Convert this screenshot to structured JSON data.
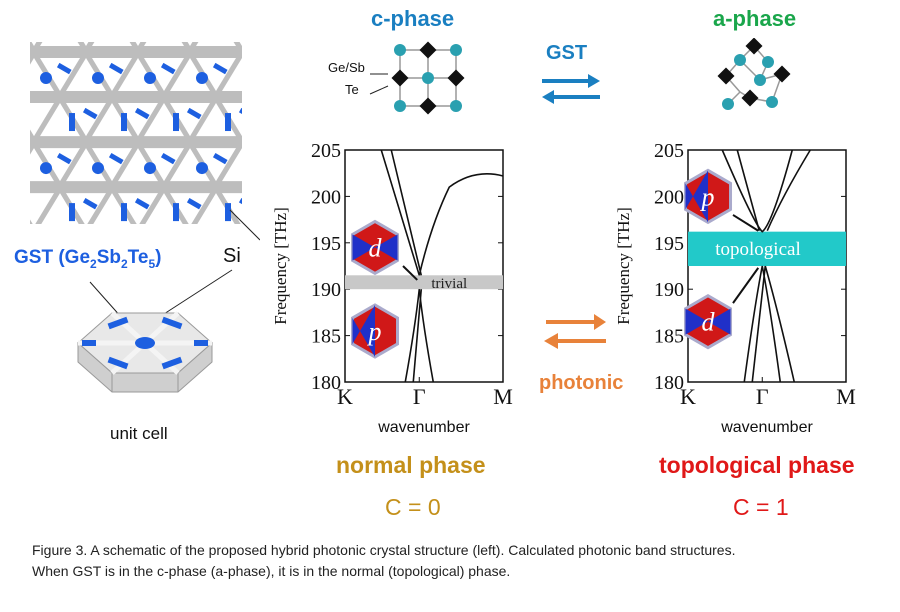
{
  "phases": {
    "c_phase": "c-phase",
    "a_phase": "a-phase",
    "gst_label": "GST",
    "photonic_label": "photonic",
    "ge_sb_label": "Ge/Sb",
    "te_label": "Te"
  },
  "left": {
    "gst_label": "GST (Ge",
    "gst_sub1": "2",
    "gst_mid1": "Sb",
    "gst_sub2": "2",
    "gst_mid2": "Te",
    "gst_sub3": "5",
    "gst_end": ")",
    "si_label": "Si",
    "unit_cell_label": "unit cell"
  },
  "states": {
    "normal": "normal phase",
    "normal_c": "C = 0",
    "topological": "topological phase",
    "topological_c": "C = 1"
  },
  "colors": {
    "c_phase": "#1a7fc1",
    "a_phase": "#1aa64b",
    "gst_blue": "#1d5fe0",
    "photonic_orange": "#e8823a",
    "normal_gold": "#c4901a",
    "topo_red": "#e01818",
    "trivial_band": "#c8c8c8",
    "topo_band": "#22c9c9"
  },
  "chart_data": [
    {
      "type": "line",
      "xlabel": "wavenumber",
      "ylabel": "Frequency [THz]",
      "x_ticks": [
        "K",
        "Γ",
        "M"
      ],
      "y_ticks": [
        180,
        185,
        190,
        195,
        200,
        205
      ],
      "ylim": [
        180,
        205
      ],
      "gap": {
        "label": "trivial",
        "range": [
          190,
          191.5
        ]
      },
      "mode_above": "d",
      "mode_below": "p"
    },
    {
      "type": "line",
      "xlabel": "wavenumber",
      "ylabel": "Frequency [THz]",
      "x_ticks": [
        "K",
        "Γ",
        "M"
      ],
      "y_ticks": [
        180,
        185,
        190,
        195,
        200,
        205
      ],
      "ylim": [
        180,
        205
      ],
      "gap": {
        "label": "topological",
        "range": [
          192.5,
          196.2
        ]
      },
      "mode_above": "p",
      "mode_below": "d"
    }
  ],
  "caption": {
    "line1": "Figure 3. A schematic of the proposed hybrid photonic crystal structure (left). Calculated photonic band structures.",
    "line2": "When GST is in the c-phase (a-phase), it is in the normal (topological) phase."
  }
}
